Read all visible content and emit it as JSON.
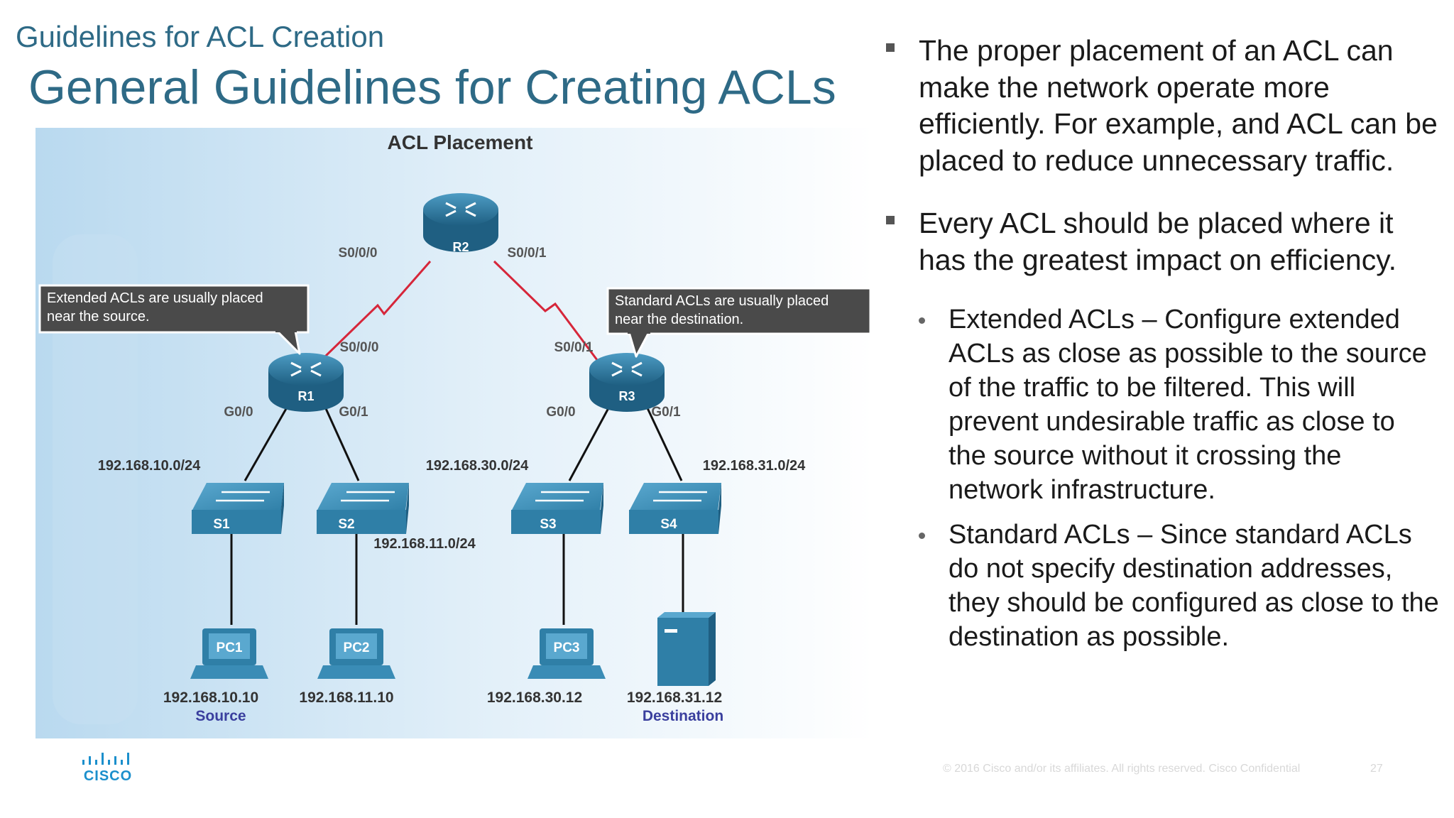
{
  "header": {
    "subtitle": "Guidelines for ACL Creation",
    "title": "General Guidelines for Creating ACLs"
  },
  "diagram": {
    "heading": "ACL Placement",
    "callout_extended": [
      "Extended ACLs are usually placed",
      "near the source."
    ],
    "callout_standard": [
      "Standard ACLs are usually placed",
      "near the destination."
    ],
    "routers": {
      "r1": "R1",
      "r2": "R2",
      "r3": "R3"
    },
    "interfaces": {
      "r2_s000": "S0/0/0",
      "r2_s001": "S0/0/1",
      "r1_s000": "S0/0/0",
      "r3_s001": "S0/0/1",
      "r1_g00": "G0/0",
      "r1_g01": "G0/1",
      "r3_g00": "G0/0",
      "r3_g01": "G0/1"
    },
    "networks": {
      "n10": "192.168.10.0/24",
      "n11": "192.168.11.0/24",
      "n30": "192.168.30.0/24",
      "n31": "192.168.31.0/24"
    },
    "switches": {
      "s1": "S1",
      "s2": "S2",
      "s3": "S3",
      "s4": "S4"
    },
    "hosts": {
      "pc1": "PC1",
      "pc2": "PC2",
      "pc3": "PC3"
    },
    "host_ips": {
      "pc1": "192.168.10.10",
      "pc2": "192.168.11.10",
      "pc3": "192.168.30.12",
      "server": "192.168.31.12"
    },
    "roles": {
      "source": "Source",
      "destination": "Destination"
    }
  },
  "bullets": {
    "b1": "The proper placement of an ACL can make the network operate more efficiently.  For example, and ACL can be placed to reduce unnecessary traffic.",
    "b2": "Every ACL should be placed where it has the greatest impact on efficiency.",
    "sub1": "Extended ACLs – Configure extended ACLs as close as possible to the source of the traffic to be filtered.  This will prevent undesirable traffic as close to the source without it crossing the network infrastructure.",
    "sub2": "Standard ACLs – Since standard ACLs do not specify destination addresses, they should be configured as close to the destination as possible."
  },
  "footer": {
    "copyright": "© 2016  Cisco and/or its affiliates. All rights reserved.   Cisco Confidential",
    "page_number": "27",
    "logo_text": "CISCO"
  },
  "colors": {
    "title": "#2e6a86",
    "device": "#2f7fa7",
    "serial_link": "#d6263a",
    "host_role": "#3a3f9e"
  }
}
